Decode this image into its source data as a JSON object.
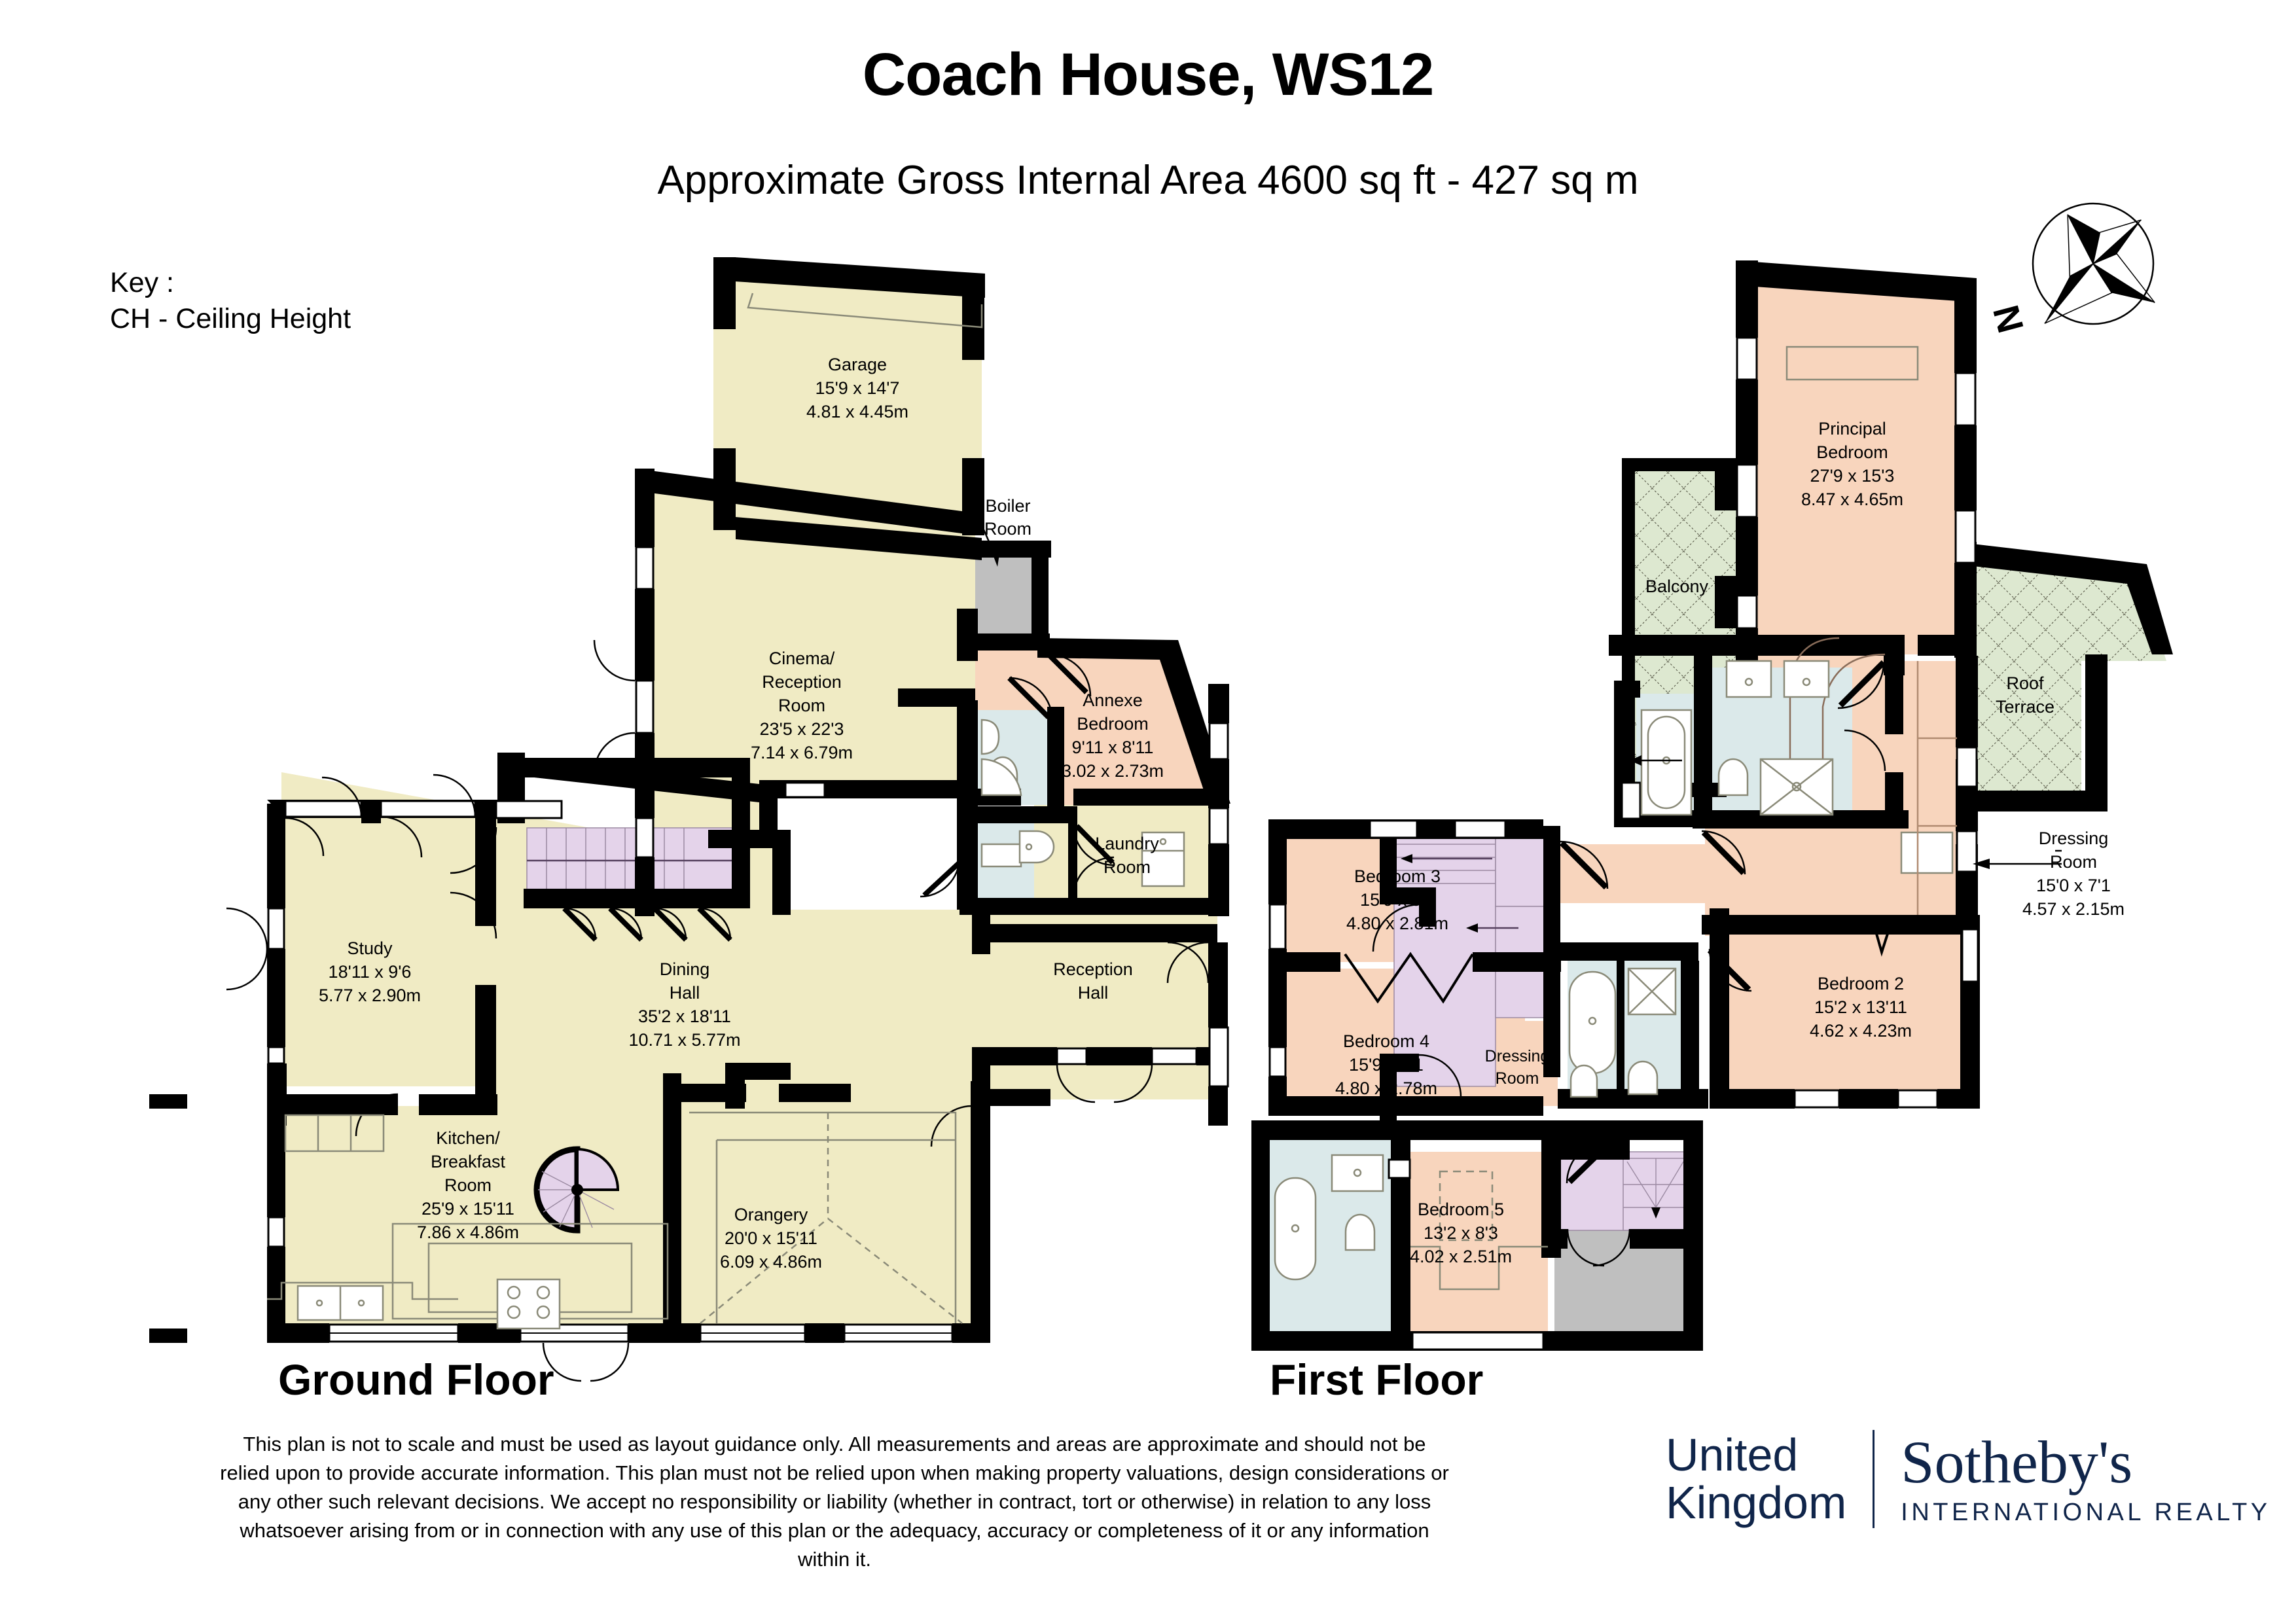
{
  "title": "Coach House, WS12",
  "subtitle": "Approximate Gross Internal Area 4600 sq ft - 427 sq m",
  "key": {
    "heading": "Key :",
    "line1": "CH - Ceiling Height"
  },
  "floors": [
    {
      "id": "ground",
      "label": "Ground Floor"
    },
    {
      "id": "first",
      "label": "First Floor"
    }
  ],
  "compass": {
    "north_label": "N",
    "icon": "compass-rose-icon"
  },
  "logo": {
    "united": "United",
    "kingdom": "Kingdom",
    "sothebys": "Sotheby's",
    "international_realty": "INTERNATIONAL REALTY",
    "color": "#10254a"
  },
  "disclaimer": "This plan is not to scale and must be used as layout guidance only. All measurements and areas are approximate and should not be relied upon to provide accurate information. This plan must not be relied upon when making property valuations, design considerations or any other such relevant decisions. We accept no responsibility or liability (whether in contract, tort or otherwise) in relation to any loss whatsoever arising from or in connection with any use of this plan or the adequacy, accuracy or completeness of it or any information within it.",
  "palette": {
    "wall": "#000000",
    "room_cream": "#f0ebc4",
    "room_peach": "#f8d5bd",
    "room_blue": "#dbe9ea",
    "room_lilac": "#e4d3ea",
    "room_grey": "#bfbfbf",
    "terrace_green": "#dde8d0",
    "fixture_line": "#8a8a78"
  },
  "ground_floor": {
    "rooms": [
      {
        "name": "Garage",
        "lines": [
          "Garage",
          "15'9 x 14'7",
          "4.81 x 4.45m"
        ],
        "fill": "room_cream"
      },
      {
        "name": "Boiler Room",
        "lines": [
          "Boiler",
          "Room"
        ],
        "fill": "room_grey",
        "leader": true
      },
      {
        "name": "Cinema/Reception Room",
        "lines": [
          "Cinema/",
          "Reception",
          "Room",
          "23'5 x 22'3",
          "7.14 x 6.79m"
        ],
        "fill": "room_cream"
      },
      {
        "name": "Annexe Bedroom",
        "lines": [
          "Annexe",
          "Bedroom",
          "9'11 x 8'11",
          "3.02 x 2.73m"
        ],
        "fill": "room_peach"
      },
      {
        "name": "Laundry Room",
        "lines": [
          "Laundry",
          "Room"
        ],
        "fill": "room_cream"
      },
      {
        "name": "Study",
        "lines": [
          "Study",
          "18'11 x 9'6",
          "5.77 x 2.90m"
        ],
        "fill": "room_cream"
      },
      {
        "name": "Dining Hall",
        "lines": [
          "Dining",
          "Hall",
          "35'2 x 18'11",
          "10.71 x 5.77m"
        ],
        "fill": "room_cream"
      },
      {
        "name": "Reception Hall",
        "lines": [
          "Reception",
          "Hall"
        ],
        "fill": "room_cream"
      },
      {
        "name": "Kitchen/Breakfast Room",
        "lines": [
          "Kitchen/",
          "Breakfast",
          "Room",
          "25'9 x 15'11",
          "7.86 x 4.86m"
        ],
        "fill": "room_cream"
      },
      {
        "name": "Orangery",
        "lines": [
          "Orangery",
          "20'0 x 15'11",
          "6.09 x 4.86m"
        ],
        "fill": "room_cream"
      }
    ]
  },
  "first_floor": {
    "rooms": [
      {
        "name": "Principal Bedroom",
        "lines": [
          "Principal",
          "Bedroom",
          "27'9 x 15'3",
          "8.47 x 4.65m"
        ],
        "fill": "room_peach"
      },
      {
        "name": "Balcony",
        "lines": [
          "Balcony"
        ],
        "fill": "terrace_green"
      },
      {
        "name": "Roof Terrace",
        "lines": [
          "Roof",
          "Terrace"
        ],
        "fill": "terrace_green"
      },
      {
        "name": "Dressing Room",
        "lines": [
          "Dressing",
          "Room",
          "15'0 x 7'1",
          "4.57 x 2.15m"
        ],
        "fill": "room_peach",
        "leader": true
      },
      {
        "name": "Bedroom 2",
        "lines": [
          "Bedroom 2",
          "15'2 x 13'11",
          "4.62 x 4.23m"
        ],
        "fill": "room_peach"
      },
      {
        "name": "Bedroom 3",
        "lines": [
          "Bedroom 3",
          "15'9 x 9'3",
          "4.80 x 2.81m"
        ],
        "fill": "room_peach"
      },
      {
        "name": "Bedroom 4",
        "lines": [
          "Bedroom 4",
          "15'9 x 9'1",
          "4.80 x 2.78m"
        ],
        "fill": "room_peach"
      },
      {
        "name": "Dressing Room 2",
        "lines": [
          "Dressing",
          "Room"
        ],
        "fill": "room_peach"
      },
      {
        "name": "Bedroom 5",
        "lines": [
          "Bedroom 5",
          "13'2 x 8'3",
          "4.02 x 2.51m"
        ],
        "fill": "room_peach"
      }
    ]
  },
  "labels": {
    "garage_1": "Garage",
    "garage_2": "15'9 x 14'7",
    "garage_3": "4.81 x 4.45m",
    "boiler_1": "Boiler",
    "boiler_2": "Room",
    "cinema_1": "Cinema/",
    "cinema_2": "Reception",
    "cinema_3": "Room",
    "cinema_4": "23'5 x 22'3",
    "cinema_5": "7.14 x 6.79m",
    "annexe_1": "Annexe",
    "annexe_2": "Bedroom",
    "annexe_3": "9'11 x 8'11",
    "annexe_4": "3.02 x 2.73m",
    "laundry_1": "Laundry",
    "laundry_2": "Room",
    "study_1": "Study",
    "study_2": "18'11 x 9'6",
    "study_3": "5.77 x 2.90m",
    "dining_1": "Dining",
    "dining_2": "Hall",
    "dining_3": "35'2 x 18'11",
    "dining_4": "10.71 x 5.77m",
    "recep_1": "Reception",
    "recep_2": "Hall",
    "kitchen_1": "Kitchen/",
    "kitchen_2": "Breakfast",
    "kitchen_3": "Room",
    "kitchen_4": "25'9 x 15'11",
    "kitchen_5": "7.86 x 4.86m",
    "orangery_1": "Orangery",
    "orangery_2": "20'0 x 15'11",
    "orangery_3": "6.09 x 4.86m",
    "principal_1": "Principal",
    "principal_2": "Bedroom",
    "principal_3": "27'9 x 15'3",
    "principal_4": "8.47 x 4.65m",
    "balcony_1": "Balcony",
    "roofterr_1": "Roof",
    "roofterr_2": "Terrace",
    "dress1_1": "Dressing",
    "dress1_2": "Room",
    "dress1_3": "15'0 x 7'1",
    "dress1_4": "4.57 x 2.15m",
    "bed2_1": "Bedroom 2",
    "bed2_2": "15'2 x 13'11",
    "bed2_3": "4.62 x 4.23m",
    "bed3_1": "Bedroom 3",
    "bed3_2": "15'9 x 9'3",
    "bed3_3": "4.80 x 2.81m",
    "bed4_1": "Bedroom 4",
    "bed4_2": "15'9 x 9'1",
    "bed4_3": "4.80 x 2.78m",
    "dress2_1": "Dressing",
    "dress2_2": "Room",
    "bed5_1": "Bedroom 5",
    "bed5_2": "13'2 x 8'3",
    "bed5_3": "4.02 x 2.51m"
  }
}
